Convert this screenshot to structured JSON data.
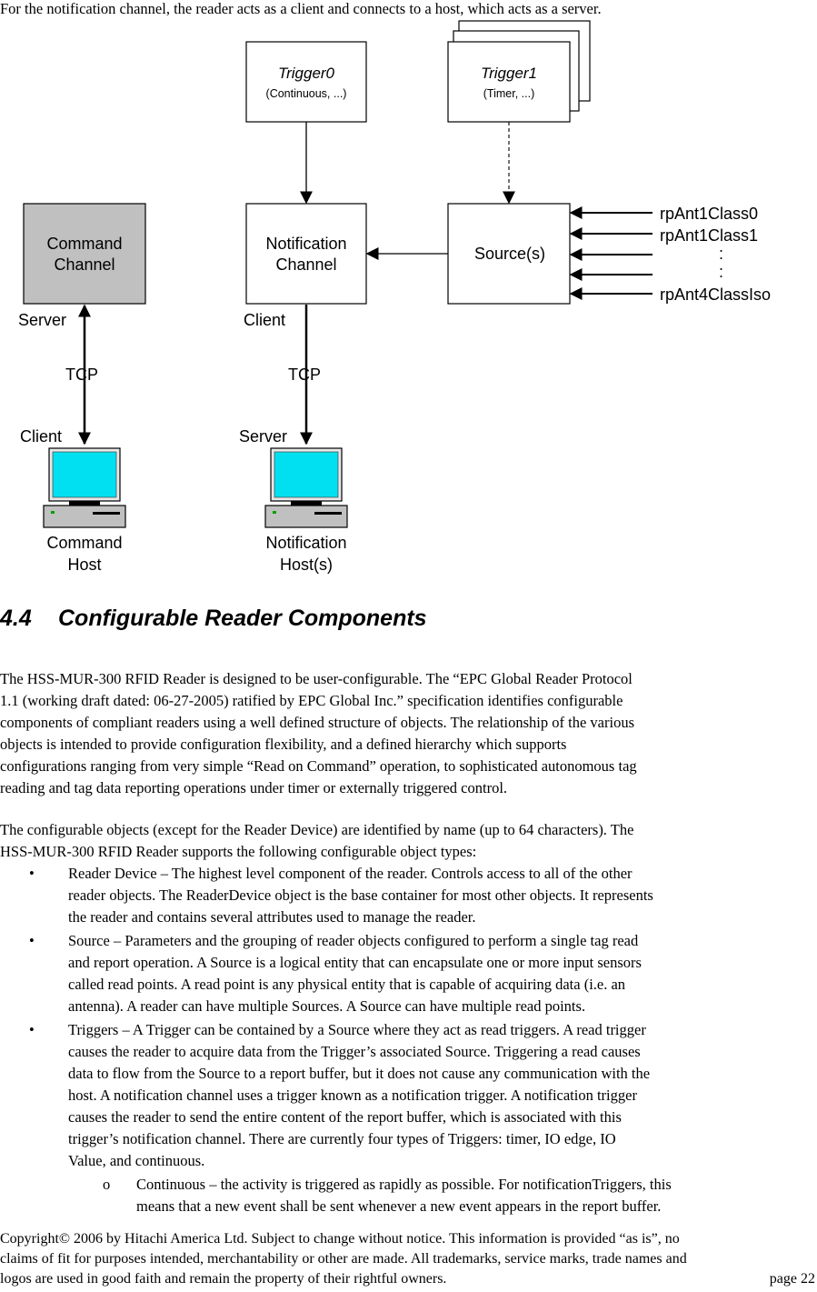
{
  "intro": "For the notification channel, the reader acts as a client and connects to a host, which acts as a server.",
  "diagram": {
    "trigger0": {
      "title": "Trigger0",
      "sub": "(Continuous, ...)"
    },
    "trigger1": {
      "title": "Trigger1",
      "sub": "(Timer, ...)"
    },
    "command_channel": [
      "Command",
      "Channel"
    ],
    "notification_channel": [
      "Notification",
      "Channel"
    ],
    "source": "Source(s)",
    "read_points": [
      "rpAnt1Class0",
      "rpAnt1Class1",
      ":",
      ":",
      "rpAnt4ClassIso"
    ],
    "cmd_server": "Server",
    "cmd_tcp": "TCP",
    "cmd_client": "Client",
    "notif_client": "Client",
    "notif_tcp": "TCP",
    "notif_server": "Server",
    "command_host": [
      "Command",
      "Host"
    ],
    "notification_host": [
      "Notification",
      "Host(s)"
    ],
    "colors": {
      "command_channel_fill": "#c0c0c0",
      "monitor_screen": "#00e0f0",
      "computer_base": "#c0c0c0"
    }
  },
  "section": {
    "number": "4.4",
    "title": "Configurable Reader Components"
  },
  "para1": [
    "The HSS-MUR-300 RFID Reader is designed to be user-configurable.  The “EPC Global Reader Protocol",
    "1.1 (working draft dated: 06-27-2005) ratified by EPC Global Inc.” specification identifies configurable",
    "components of compliant readers using a well defined structure of objects.  The relationship of the various",
    "objects is intended to provide configuration flexibility, and a defined hierarchy which supports",
    "configurations ranging from very simple “Read on Command” operation, to sophisticated autonomous tag",
    "reading and tag data reporting operations under timer or externally triggered control."
  ],
  "para2": [
    "The configurable objects (except for the Reader Device) are identified by name (up to 64 characters).  The",
    "HSS-MUR-300 RFID Reader supports the following configurable object types:"
  ],
  "bullets": [
    {
      "symbol": "•",
      "lines": [
        "Reader Device – The highest level component of the reader.  Controls access to all of the other",
        "reader objects.  The ReaderDevice object is the base container for most other objects.  It represents",
        "the reader and contains several attributes used to manage the reader."
      ]
    },
    {
      "symbol": "•",
      "lines": [
        "Source – Parameters and the grouping of reader objects configured to perform a single tag read",
        "and report operation.  A Source is a logical entity that can encapsulate one or more input sensors",
        "called read points.  A read point is any physical entity that is capable of acquiring data (i.e. an",
        "antenna).  A reader can have multiple Sources.  A Source can have multiple read points."
      ]
    },
    {
      "symbol": "•",
      "lines": [
        "Triggers – A Trigger can be contained by a Source where they act as read triggers.   A read trigger",
        "causes the reader to acquire data from the Trigger’s associated Source.  Triggering a read causes",
        "data to flow from the Source to a report buffer, but it does not cause any communication with the",
        "host.  A notification channel uses a trigger known as a notification trigger.  A notification trigger",
        "causes the reader to send the entire content of the report buffer, which is associated with this",
        "trigger’s notification channel.  There are currently four types of Triggers: timer, IO edge, IO",
        "Value, and continuous."
      ]
    }
  ],
  "subbullet": {
    "symbol": "o",
    "lines": [
      "Continuous – the activity is triggered as rapidly as possible.  For notificationTriggers, this",
      "means that a new event shall be sent whenever a new event appears in the report buffer."
    ]
  },
  "footer": [
    "Copyright© 2006 by Hitachi America Ltd.  Subject to change without notice.  This information is provided “as is”,  no",
    "claims of fit for purposes intended, merchantability or other are made.  All trademarks, service marks, trade names and",
    "logos are used in good faith and remain the property of their rightful owners."
  ],
  "page_number": "page 22"
}
